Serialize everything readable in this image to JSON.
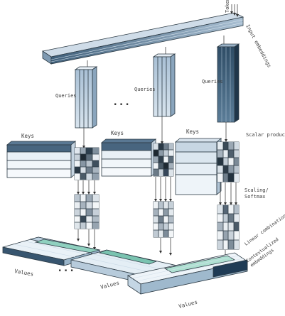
{
  "labels": {
    "tokens": "Tokens",
    "input_embeddings": "Input embeddings",
    "queries": "Queries",
    "keys": "Keys",
    "scalar_product": "Scalar product",
    "scaling_softmax_1": "Scaling/",
    "scaling_softmax_2": "Softmax",
    "linear_combination": "Linear combination",
    "contextualized_1": "Contextualized",
    "contextualized_2": "embeddings",
    "values": "Values",
    "ellipsis": "..."
  },
  "colors": {
    "dark_slate": "#3f5f7a",
    "mid_blue": "#9fb6cb",
    "light_blue": "#c9d8e6",
    "pale_blue": "#dfe9f2",
    "teal": "#7fc9b8",
    "pale_teal": "#cbe8df",
    "edge": "#2c3a44"
  }
}
